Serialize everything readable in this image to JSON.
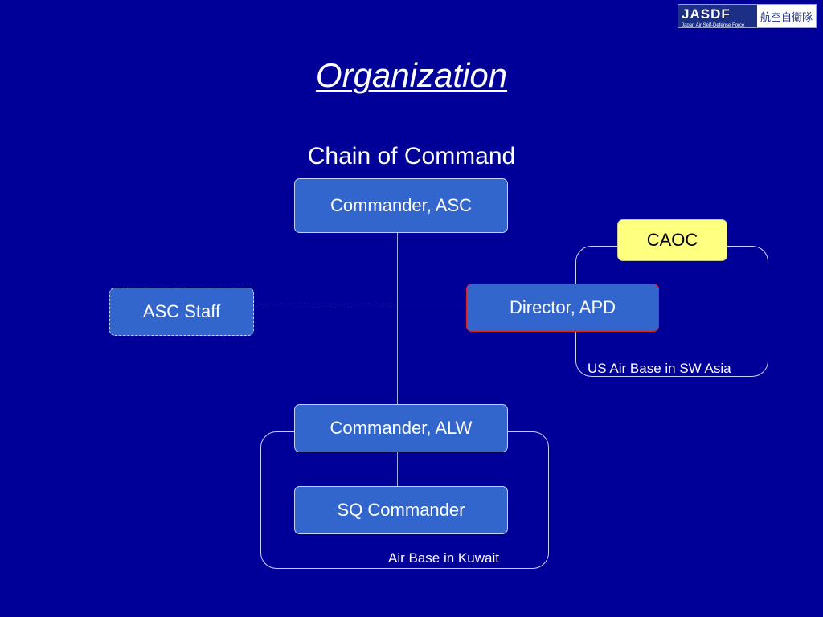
{
  "logo": {
    "text": "JASDF",
    "kanji": "航空自衛隊",
    "subtext": "Japan Air Self-Defense Force"
  },
  "title": "Organization",
  "subtitle": "Chain of Command",
  "nodes": {
    "commander_asc": "Commander, ASC",
    "caoc": "CAOC",
    "asc_staff": "ASC Staff",
    "director_apd": "Director, APD",
    "commander_alw": "Commander, ALW",
    "sq_commander": "SQ Commander"
  },
  "regions": {
    "sw_asia": "US Air Base in SW Asia",
    "kuwait": "Air Base in Kuwait"
  },
  "colors": {
    "background": "#000099",
    "box": "#3366cc",
    "caoc": "#ffff80",
    "apd_border": "#e02020"
  }
}
